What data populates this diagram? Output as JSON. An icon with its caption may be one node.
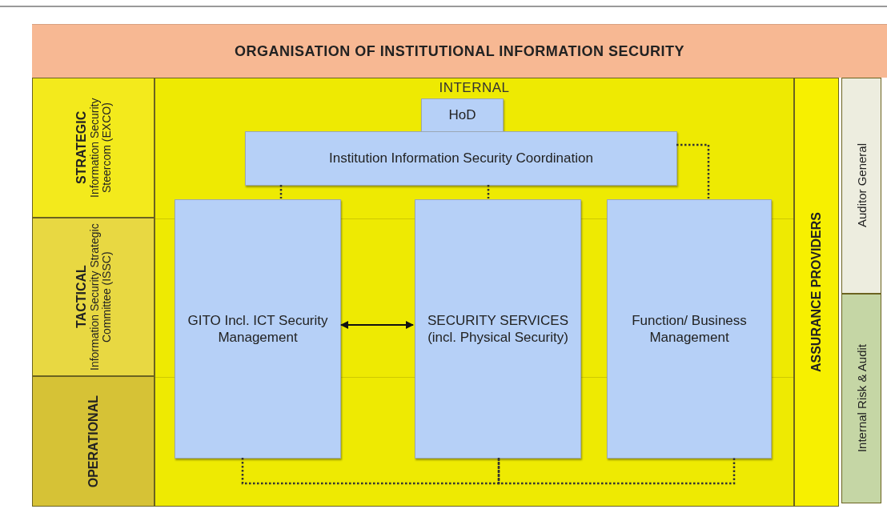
{
  "diagram": {
    "title": "ORGANISATION OF INSTITUTIONAL INFORMATION SECURITY",
    "nodes": [
      {
        "text": [
          "STRATEGIC",
          "Information Security Steercom (EXCO)"
        ]
      },
      {
        "text": [
          "TACTICAL",
          "Information Security Strategic Committee (ISSC)"
        ]
      },
      {
        "text": [
          "OPERATIONAL"
        ]
      },
      {
        "text": [
          "INTERNAL"
        ]
      },
      {
        "text": [
          "HoD"
        ],
        "in": 3
      },
      {
        "text": [
          "Institution Information Security Coordination"
        ],
        "in": 3
      },
      {
        "text": [
          "GITO Incl. ICT Security Management"
        ],
        "in": 3
      },
      {
        "text": [
          "SECURITY SERVICES (incl. Physical Security)"
        ],
        "in": 3
      },
      {
        "text": [
          "Function/ Business Management"
        ],
        "in": 3
      },
      {
        "text": [
          "ASSURANCE PROVIDERS"
        ]
      },
      {
        "text": [
          "Auditor General"
        ]
      },
      {
        "text": [
          "Internal Risk & Audit"
        ]
      }
    ],
    "edges": [
      {
        "from": 5,
        "to": 6,
        "arrow": "none",
        "style": "dashed"
      },
      {
        "from": 5,
        "to": 7,
        "arrow": "none",
        "style": "dashed"
      },
      {
        "from": 5,
        "to": 8,
        "arrow": "none",
        "style": "dashed"
      },
      {
        "from": 6,
        "to": 7,
        "arrow": "both"
      },
      {
        "from": 6,
        "to": 7,
        "arrow": "none",
        "style": "dashed"
      },
      {
        "from": 7,
        "to": 8,
        "arrow": "none",
        "style": "dashed"
      }
    ]
  }
}
